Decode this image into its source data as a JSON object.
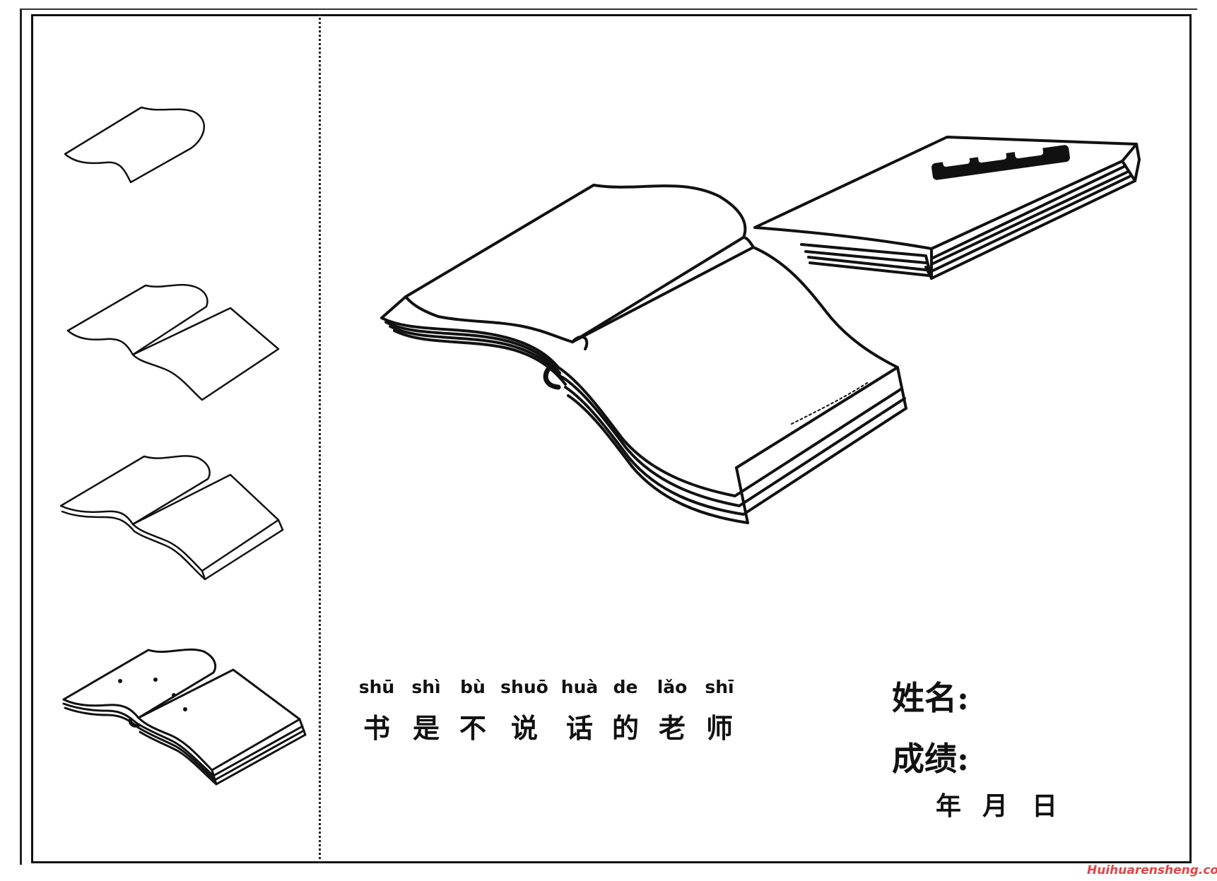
{
  "motto": {
    "pinyin": [
      "shū",
      "shì",
      "bù",
      "shuō",
      "huà",
      "de",
      "lǎo",
      "shī"
    ],
    "hanzi": [
      "书",
      "是",
      "不",
      "说",
      "话",
      "的",
      "老",
      "师"
    ]
  },
  "form": {
    "name_label": "姓名:",
    "score_label": "成绩:",
    "date_year": "年",
    "date_month": "月",
    "date_day": "日"
  },
  "watermark": "Huihuarensheng.com",
  "colors": {
    "ink": "#111111",
    "paper": "#ffffff",
    "watermark": "#e0454a"
  }
}
